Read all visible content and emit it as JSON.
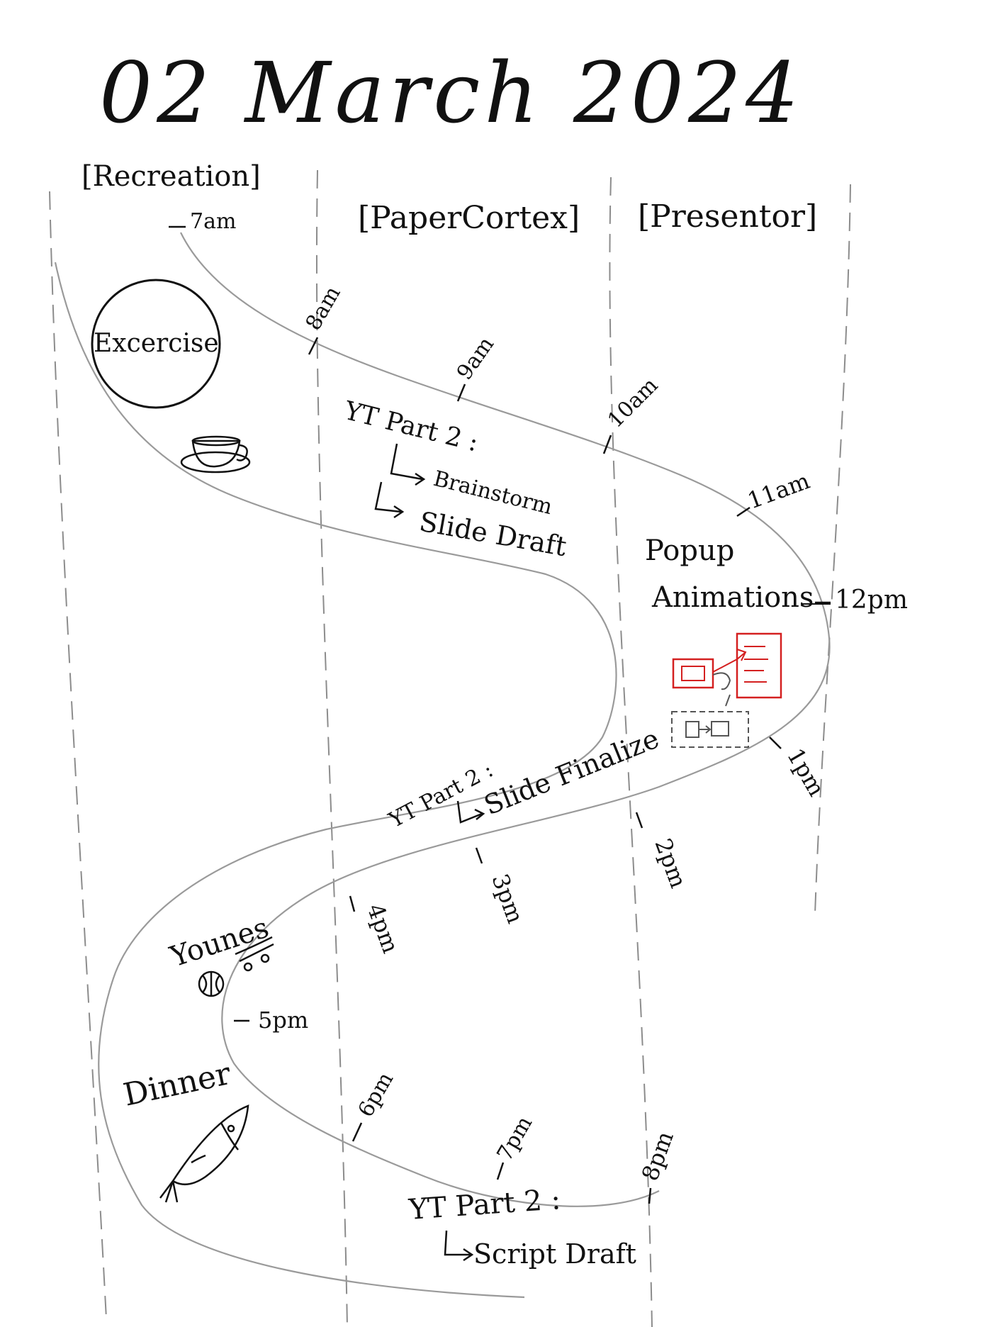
{
  "title": "02 March 2024",
  "columns": [
    {
      "label": "[Recreation]"
    },
    {
      "label": "[PaperCortex]"
    },
    {
      "label": "[Presentor]"
    }
  ],
  "times": [
    "7am",
    "8am",
    "9am",
    "10am",
    "11am",
    "12pm",
    "1pm",
    "2pm",
    "3pm",
    "4pm",
    "5pm",
    "6pm",
    "7pm",
    "8pm"
  ],
  "tasks": {
    "exercise": "Excercise",
    "yt_brainstorm": {
      "title": "YT Part 2 :",
      "items": [
        "Brainstorm",
        "Slide Draft"
      ]
    },
    "popup": {
      "line1": "Popup",
      "line2": "Animations"
    },
    "yt_finalize": {
      "title": "YT Part 2 :",
      "item": "Slide Finalize"
    },
    "younes": "Younes",
    "dinner": "Dinner",
    "yt_script": {
      "title": "YT Part 2 :",
      "item": "Script Draft"
    }
  },
  "colors": {
    "ink": "#111111",
    "path": "#9a9a9a",
    "divider": "#8c8c8c",
    "sketch_red": "#d42020",
    "sketch_gray": "#555555"
  },
  "icons": [
    "tea-cup-icon",
    "skateboard-icon",
    "basketball-icon",
    "fish-icon",
    "ui-sketch-icon"
  ]
}
